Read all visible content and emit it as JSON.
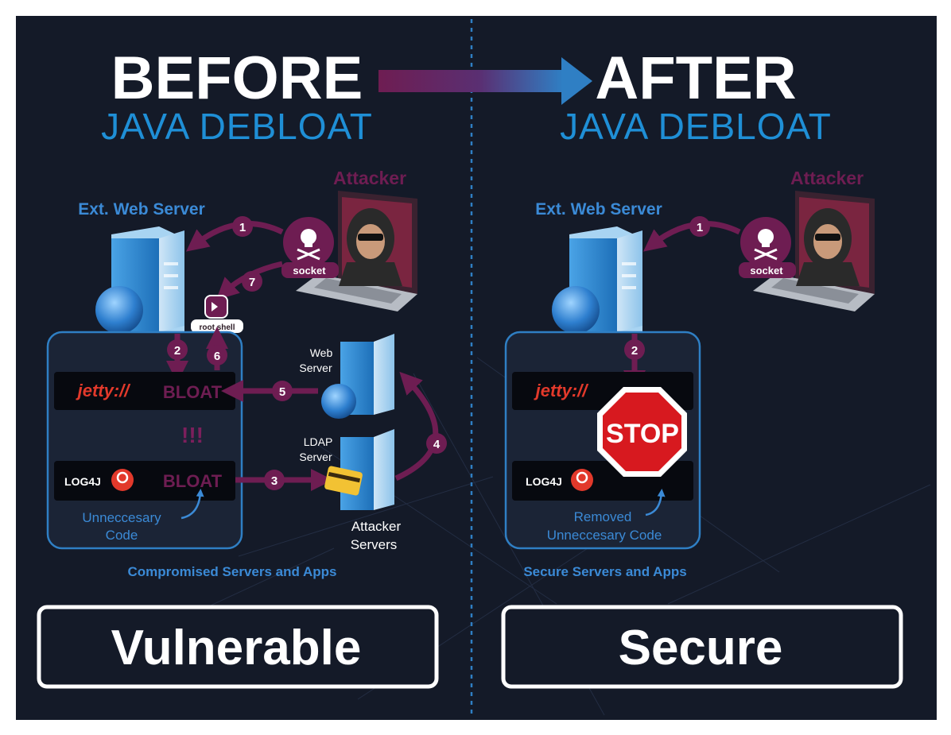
{
  "before": {
    "heading": "BEFORE",
    "subheading": "JAVA DEBLOAT",
    "web_server_label": "Ext. Web Server",
    "attacker_label": "Attacker",
    "socket_label": "socket",
    "root_shell_label": "root shell",
    "jetty_label": "jetty://",
    "log4j_label": "LOG4J",
    "bloat_label": "BLOAT",
    "alert_marks": "!!!",
    "unnecessary_line1": "Unneccesary",
    "unnecessary_line2": "Code",
    "ext_web_server_line1": "Web",
    "ext_web_server_line2": "Server",
    "ldap_line1": "LDAP",
    "ldap_line2": "Server",
    "attacker_servers_line1": "Attacker",
    "attacker_servers_line2": "Servers",
    "caption": "Compromised Servers and Apps",
    "verdict": "Vulnerable",
    "steps": [
      "1",
      "2",
      "3",
      "4",
      "5",
      "6",
      "7"
    ]
  },
  "after": {
    "heading": "AFTER",
    "subheading": "JAVA DEBLOAT",
    "web_server_label": "Ext. Web Server",
    "attacker_label": "Attacker",
    "socket_label": "socket",
    "jetty_label": "jetty://",
    "log4j_label": "LOG4J",
    "stop_label": "STOP",
    "removed_line1": "Removed",
    "removed_line2": "Unneccesary Code",
    "caption": "Secure Servers and Apps",
    "verdict": "Secure",
    "steps": [
      "1",
      "2"
    ]
  },
  "colors": {
    "background": "#141a28",
    "accent_purple": "#6e1d52",
    "accent_blue": "#2f7fc4",
    "subheading_blue": "#1f8fd6",
    "label_blue": "#3b8ad6",
    "jetty_red": "#e2392b",
    "stop_red": "#d7191f"
  }
}
